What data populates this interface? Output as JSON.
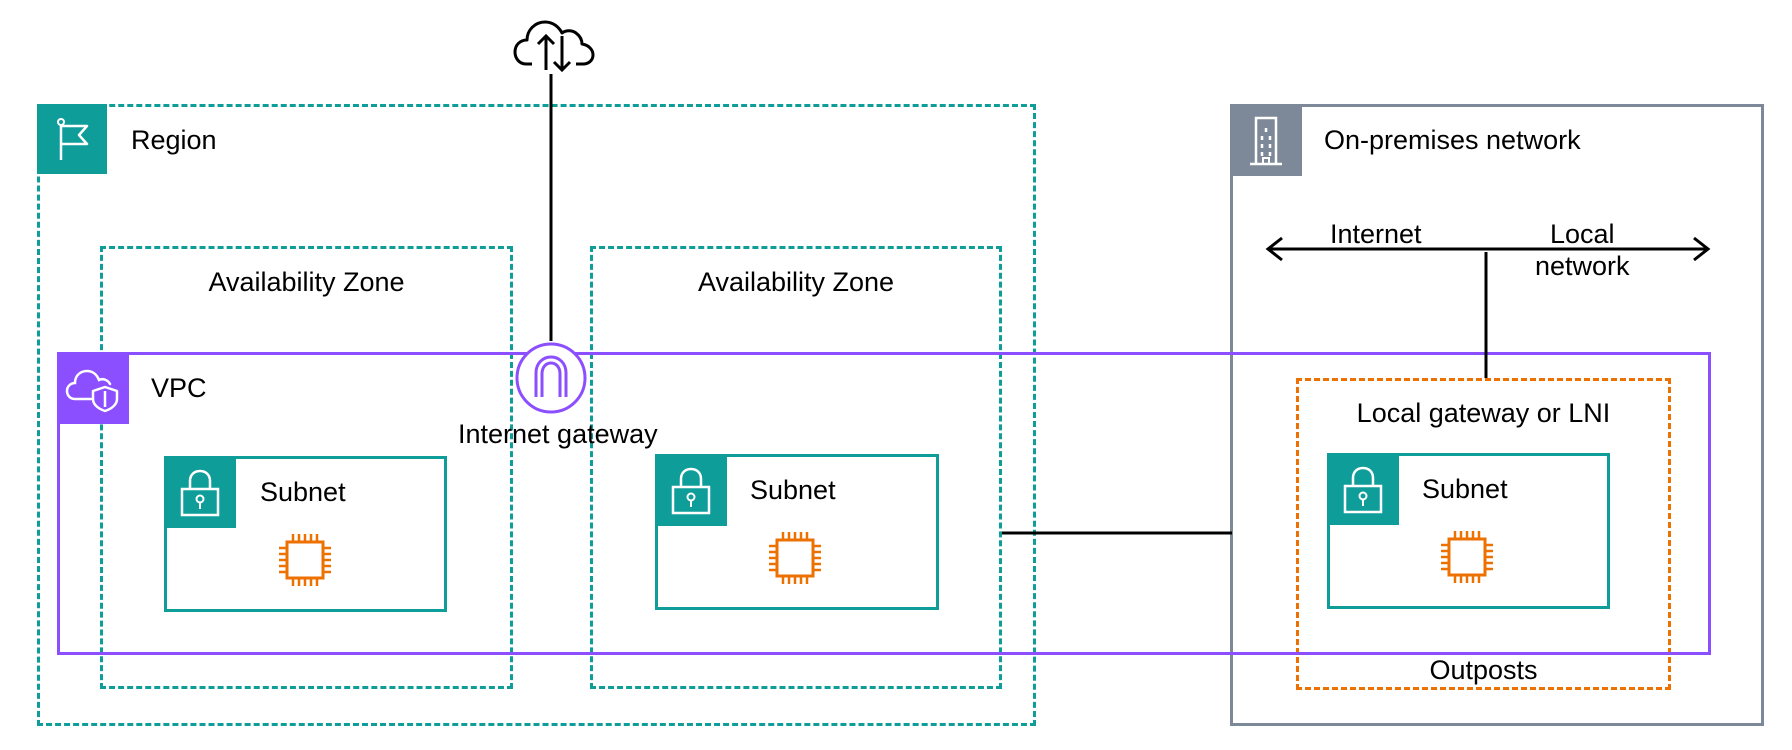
{
  "labels": {
    "region": "Region",
    "on_premises": "On-premises network",
    "availability_zone_1": "Availability Zone",
    "availability_zone_2": "Availability Zone",
    "vpc": "VPC",
    "internet_gateway": "Internet gateway",
    "subnet_1": "Subnet",
    "subnet_2": "Subnet",
    "subnet_3": "Subnet",
    "local_gateway": "Local gateway or LNI",
    "outposts": "Outposts",
    "internet": "Internet",
    "local_network_line1": "Local",
    "local_network_line2": "network"
  },
  "icons": {
    "region": "flag-icon",
    "on_premises": "building-icon",
    "vpc": "cloud-shield-icon",
    "subnet": "lock-icon",
    "instance": "chip-icon",
    "internet_gateway": "gateway-arch-icon",
    "internet": "cloud-up-down-icon"
  },
  "colors": {
    "teal": "#0f9d9a",
    "purple": "#8c4fff",
    "orange": "#ed7100",
    "grey": "#7d8998"
  }
}
